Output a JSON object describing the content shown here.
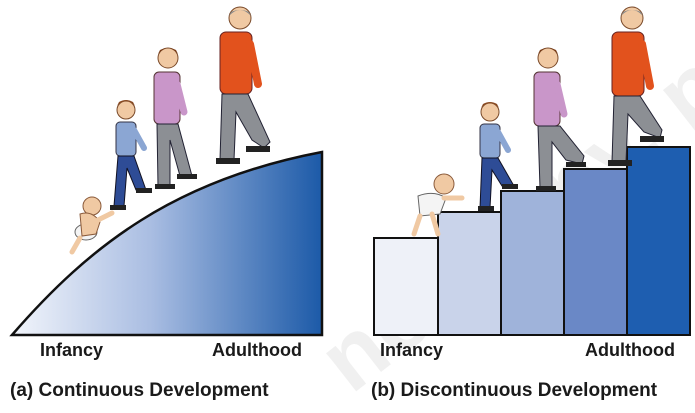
{
  "panels": {
    "continuous": {
      "caption": "(a) Continuous Development",
      "start_label": "Infancy",
      "end_label": "Adulthood"
    },
    "discontinuous": {
      "caption": "(b) Discontinuous Development",
      "start_label": "Infancy",
      "end_label": "Adulthood"
    }
  },
  "watermark": "not copy, post, or distribute",
  "colors": {
    "curve_light": "#f2f5fb",
    "curve_dark": "#1c5aa8",
    "step_1": "#eef1f8",
    "step_2": "#c9d3ea",
    "step_3": "#9fb3da",
    "step_4": "#6a88c6",
    "step_5": "#1e5eb0",
    "shirt_orange": "#e2521d",
    "shirt_pink": "#c996c9",
    "shirt_blue": "#8ba6d3",
    "pants_gray": "#8c8f94",
    "pants_blue": "#2e4c96"
  }
}
